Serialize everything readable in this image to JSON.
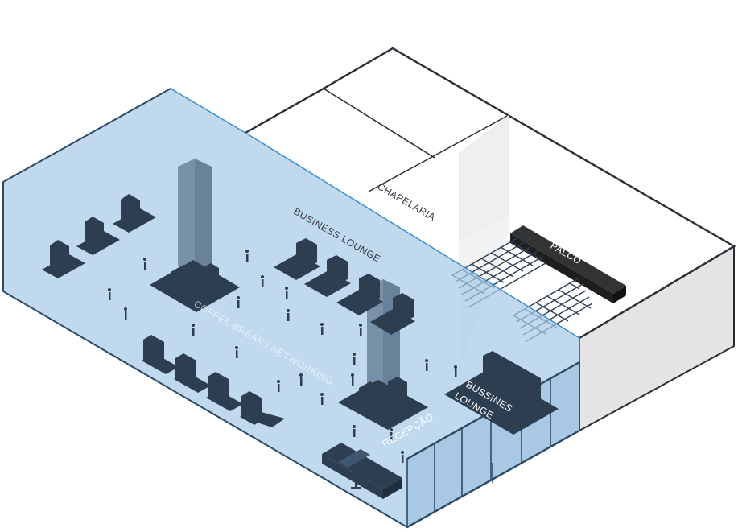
{
  "labels": {
    "chapelaria": "CHAPELARIA",
    "business_lounge_top": "BUSINESS LOUNGE",
    "palco": "PALCO",
    "coffee": "COFFEE BREAK / NETWORKING",
    "bussines_line1": "BUSSINES",
    "bussines_line2": "LOUNGE",
    "recepcao": "RECEPÇÃO"
  },
  "colors": {
    "glass_fill": "#a9cbe8",
    "glass_stroke": "#3e8fd0",
    "wall_dark": "#2a2d36",
    "wall_shade": "#e4e4e4",
    "furniture": "#2c3e50",
    "furniture_top": "#3f5670",
    "stage": "#2b2b2b",
    "label_light": "#ffffff",
    "label_dark": "#333a44"
  },
  "icons": {
    "person": "person-icon",
    "chair": "chair-icon",
    "lounge_sofa": "sofa-icon",
    "pillar": "pillar-icon"
  }
}
